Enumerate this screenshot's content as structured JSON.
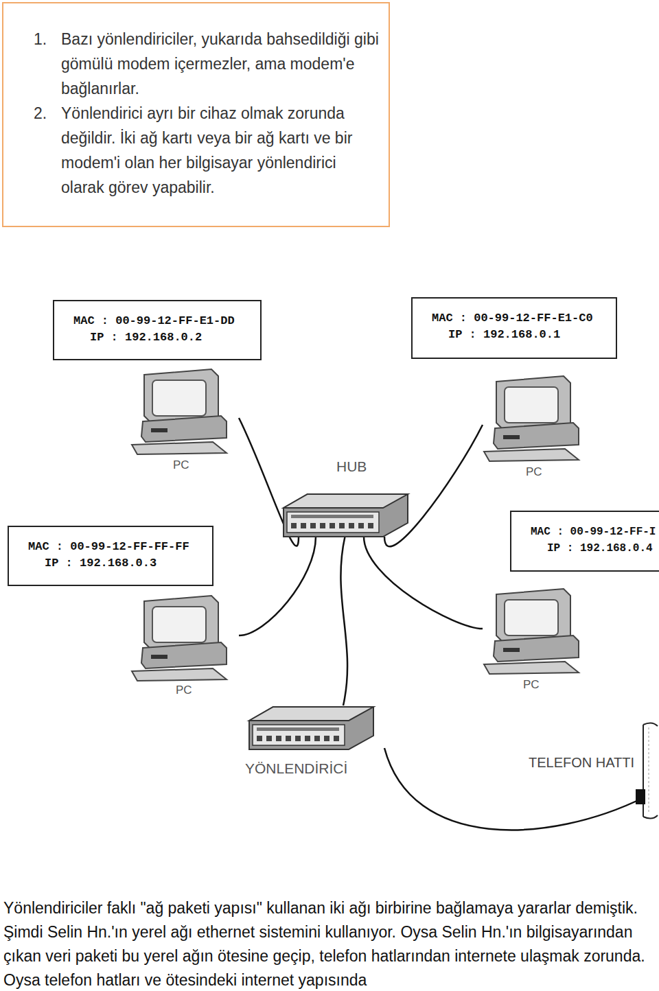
{
  "diagram": {
    "nodes": [
      {
        "text": [
          "1.",
          "Bazı yönlendiriciler, yukarıda bahsedildiği gibi gömülü modem içermezler, ama modem'e bağlanırlar.",
          "2.",
          "Yönlendirici ayrı bir cihaz olmak zorunda değildir. İki ağ kartı veya bir ağ kartı ve bir modem'i olan her bilgisayar yönlendirici olarak görev yapabilir."
        ]
      },
      {
        "text": [
          "MAC : 00-99-12-FF-E1-DD",
          "IP : 192.168.0.2"
        ]
      },
      {
        "text": [
          "MAC : 00-99-12-FF-E1-C0",
          "IP : 192.168.0.1"
        ]
      },
      {
        "text": [
          "PC"
        ]
      },
      {
        "text": [
          "PC"
        ]
      },
      {
        "text": [
          "HUB"
        ]
      },
      {
        "text": [
          "MAC : 00-99-12-FF-FF-FF",
          "IP : 192.168.0.3"
        ]
      },
      {
        "text": [
          "MAC : 00-99-12-FF-I",
          "IP : 192.168.0.4"
        ]
      },
      {
        "text": [
          "PC"
        ]
      },
      {
        "text": [
          "PC"
        ]
      },
      {
        "text": [
          "YÖNLENDİRİCİ"
        ]
      }
    ],
    "edges": [
      {
        "from": 5,
        "to": 3,
        "arrow": "none"
      },
      {
        "from": 5,
        "to": 4,
        "arrow": "none"
      },
      {
        "from": 5,
        "to": 8,
        "arrow": "none"
      },
      {
        "from": 5,
        "to": 9,
        "arrow": "none"
      },
      {
        "from": 5,
        "to": 10,
        "arrow": "none"
      }
    ],
    "labels": [
      "TELEFON HATTI",
      "Yönlendiriciler faklı \"ağ paketi yapısı\" kullanan iki ağı birbirine bağlamaya yararlar demiştik. Şimdi Selin Hn.'ın yerel ağı ethernet sistemini kullanıyor. Oysa Selin Hn.'ın bilgisayarından çıkan veri paketi bu yerel ağın ötesine geçip, telefon hatlarından internete ulaşmak zorunda. Oysa telefon hatları ve ötesindeki internet yapısında"
    ]
  }
}
